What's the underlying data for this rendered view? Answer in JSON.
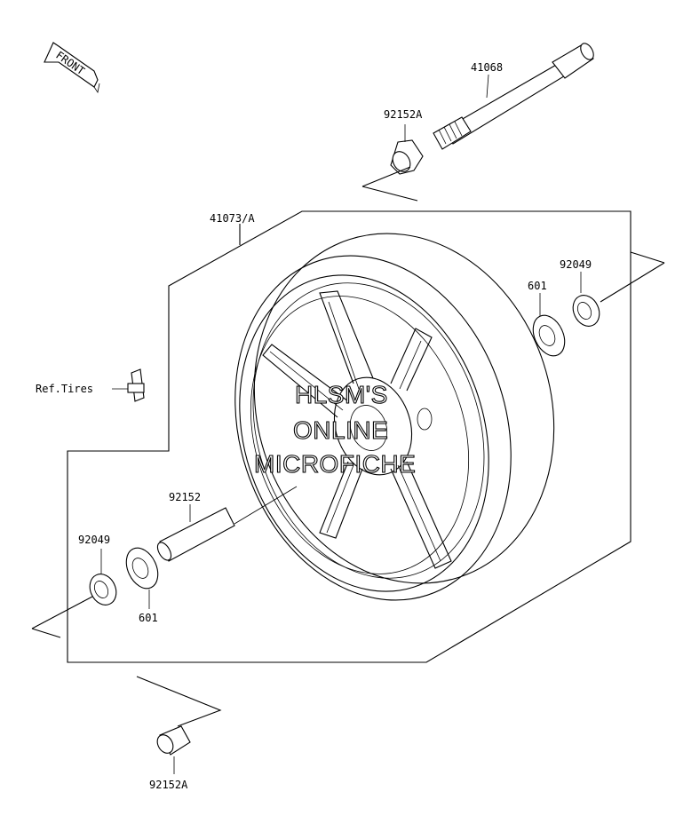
{
  "diagram": {
    "front_label": "FRONT",
    "watermark": [
      "HLSM'S",
      "ONLINE",
      "MICROFICHE"
    ],
    "labels": {
      "axle": "41068",
      "collar_top": "92152A",
      "wheel": "41073/A",
      "seal_right": "92049",
      "bearing_right": "601",
      "valve": "Ref.Tires",
      "spacer": "92152",
      "seal_left": "92049",
      "bearing_left": "601",
      "collar_bottom": "92152A"
    }
  }
}
